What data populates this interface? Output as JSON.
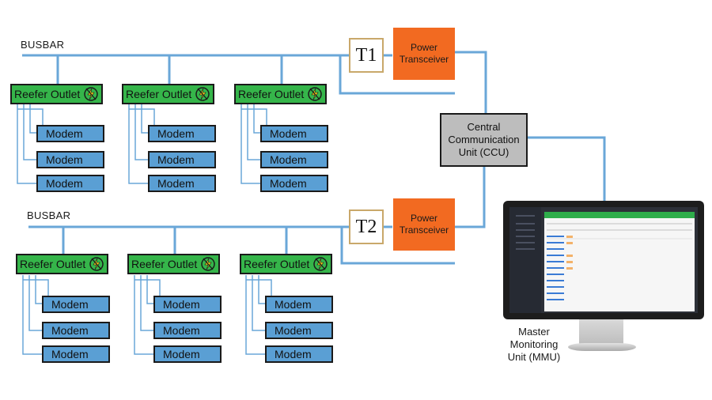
{
  "colors": {
    "wire": "#6aa7d8",
    "reefer_fill": "#35b54a",
    "modem_fill": "#5a9fd4",
    "transceiver_fill": "#f26a21",
    "ccu_fill": "#bdbdbd",
    "transformer_border": "#c9a86a"
  },
  "top_group": {
    "busbar_label": "BUSBAR",
    "transformer_label": "T1",
    "transceiver_line1": "Power",
    "transceiver_line2": "Transceiver",
    "outlets": [
      {
        "label": "Reefer Outlet",
        "icon": "lightning-icon",
        "modems": [
          "Modem",
          "Modem",
          "Modem"
        ]
      },
      {
        "label": "Reefer Outlet",
        "icon": "lightning-icon",
        "modems": [
          "Modem",
          "Modem",
          "Modem"
        ]
      },
      {
        "label": "Reefer Outlet",
        "icon": "lightning-icon",
        "modems": [
          "Modem",
          "Modem",
          "Modem"
        ]
      }
    ]
  },
  "bottom_group": {
    "busbar_label": "BUSBAR",
    "transformer_label": "T2",
    "transceiver_line1": "Power",
    "transceiver_line2": "Transceiver",
    "outlets": [
      {
        "label": "Reefer Outlet",
        "icon": "lightning-icon",
        "modems": [
          "Modem",
          "Modem",
          "Modem"
        ]
      },
      {
        "label": "Reefer Outlet",
        "icon": "lightning-icon",
        "modems": [
          "Modem",
          "Modem",
          "Modem"
        ]
      },
      {
        "label": "Reefer Outlet",
        "icon": "lightning-icon",
        "modems": [
          "Modem",
          "Modem",
          "Modem"
        ]
      }
    ]
  },
  "ccu": {
    "line1": "Central",
    "line2": "Communication",
    "line3": "Unit (CCU)"
  },
  "mmu": {
    "line1": "Master",
    "line2": "Monitoring",
    "line3": "Unit (MMU)"
  }
}
